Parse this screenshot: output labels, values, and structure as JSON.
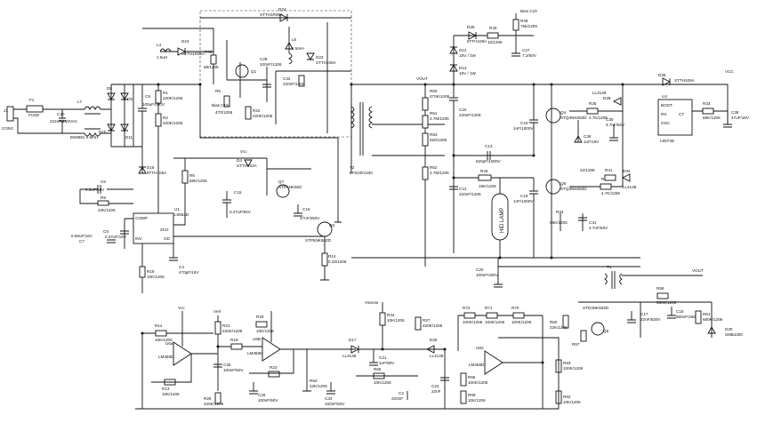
{
  "labels": {
    "j1": "J1",
    "conn": "CON2",
    "f1": "F1",
    "fuse": "FUSE",
    "c40": "C40",
    "c40v": "224nF/250VAC",
    "l7": "L7",
    "l7v": "EE8881 0.5mH",
    "d8": "D8",
    "d11": "D11",
    "d9": "D9",
    "d10": "D10",
    "c9": "C9",
    "c9v": "100uF/400V",
    "r1": "R1",
    "r1v": "220K/1206",
    "r2": "R2",
    "r2v": "220K/1206",
    "d18": "D18",
    "d18v": "5TTH108A",
    "c6": "C6",
    "c6v": "2.2nF/50V",
    "r9": "R9",
    "r9v": "22K/1206",
    "u1": "U1",
    "u1v": "L6562D",
    "comp": "COMP",
    "inv": "INV",
    "zcd": "ZCD",
    "gd": "GD",
    "c7": "C7",
    "c7v": "0.68uF/16V",
    "c8": "C8",
    "c8v": "0.47uF/16V",
    "c4": "C4",
    "c4v": "470pF/16V",
    "r18": "R18",
    "r18v": "10K/1206",
    "l4": "L4",
    "l4v": "1.5uH",
    "d24": "D24",
    "d24v": "STTH1R06A",
    "r36": "R36",
    "r36v": "68/1206",
    "q1": "Q1",
    "r6": "R6",
    "r6v": "470/1206",
    "c28": "C28",
    "c28v": "100nF/1206",
    "d20": "D20",
    "d20v": "BZV55C",
    "l6": "L6",
    "l6v": "1.5mH",
    "d23": "D23",
    "d23v": "STTH108A",
    "c32": "C32",
    "c32v": "220nF/1206",
    "r22": "R22",
    "r22v": "220K/1206",
    "bias": "Bias C19",
    "d26": "D26",
    "d26v": "5TTH108A",
    "r40": "R40",
    "r40v": "10/1206",
    "r49": "R49",
    "r49v": "75k/1206",
    "c27": "C27",
    "c27v": "7.2/50V",
    "d12": "D12",
    "d12v": "18V / 1W",
    "d13": "D13",
    "d13v": "18V / 1W",
    "vcc": "VCC",
    "r50": "R50",
    "r50v": "470K/1206",
    "r51": "R51",
    "r51v": "4.7M/1206",
    "r52": "R52",
    "r52v": "4.7M/1206",
    "r53": "R53",
    "r53v": "820/1206",
    "c22": "C22",
    "c22v": "220nF/1206",
    "c12": "C12",
    "c12v": "220nF/1206",
    "c13": "C13",
    "c13v": "820pF/1000V",
    "r43": "R43",
    "r43v": "15K/1206",
    "hid": "HID LAMP",
    "t2": "T2",
    "t2v": "EFD20/1330",
    "q4": "Q4",
    "q4v": "STQ3NK60ZD",
    "q5": "Q5",
    "q5v": "STQ3NK60ZD",
    "u4": "U4",
    "u4v": "L6574D",
    "boot": "BOOT",
    "rs": "RS",
    "ct": "CT",
    "osc": "OSC",
    "d35": "D35",
    "d35v": "STTH108A",
    "c10": "C10",
    "c10v": "1nF/1000V",
    "c19": "C19",
    "c19v": "1nF/1000V",
    "r34": "R34",
    "r34v": "68K/1206",
    "r35": "R35",
    "r35v": "4.7K/1206",
    "r42": "R42",
    "r42v": "4.7K/1206",
    "r41": "R41",
    "r41v": "22/1206",
    "d28": "D28",
    "d28v": "LL4148",
    "d34": "D34",
    "d34v": "LL4148",
    "c30": "C30",
    "c30v": "4.7nF/50V",
    "c31": "C31",
    "c31v": "4.7nF/50V",
    "r33": "R33",
    "r33v": "68K/1206",
    "c36": "C36",
    "c36v": "1uF/16V",
    "t1": "T1",
    "vout": "VOUT",
    "c14": "C14",
    "c14v": "100nF/50V",
    "c20": "C20",
    "c20v": "100nF/400V",
    "c17": "C17",
    "c17v": "22nF/630V",
    "c18": "C18",
    "c18v": "680nF/250V",
    "r56": "R56",
    "r56v": "560K/1206",
    "r61": "R61",
    "r61v": "680K/1206",
    "d30": "D30",
    "d30v": "SMBJ300",
    "q6": "Q6",
    "q6v": "STD3NK50ZD",
    "r60": "R60",
    "r60v": "22K/1206",
    "r57": "R57",
    "r57v": "10K/1206",
    "vsense": "Vsense",
    "u6a": "U6a",
    "u6av": "LM358D",
    "u6b": "U6B",
    "u6bv": "LM358D",
    "u6c": "U6C",
    "u6cv": "LM358D",
    "r12": "R12",
    "r12v": "10K/1206",
    "r21": "R21",
    "r21v": "220K/1206",
    "r28": "R28",
    "r28v": "220K/1206",
    "r13": "R13",
    "r13v": "10K/1206",
    "r19": "R19",
    "r19v": "100K/1206",
    "r23": "R23",
    "r23v": "100K/1206",
    "c25": "C25",
    "c25v": "100nF/50V",
    "r29": "R29",
    "r29v": "10K/1206",
    "c26": "C26",
    "c26v": "100nF/50V",
    "d17": "D17",
    "d17v": "LL4148",
    "c21": "C21",
    "c21v": "1nF/50V",
    "r64": "R64",
    "r64v": "22K/1206",
    "r27": "R27",
    "r27v": "220K/1206",
    "r44": "R44",
    "r44v": "10K/1206",
    "r65": "R65",
    "r65v": "10K/1206",
    "d25": "D25",
    "d25v": "LL4148",
    "c24": "C24",
    "c24v": "22nF",
    "r70": "R70",
    "r70v": "100K/1206",
    "r71": "R71",
    "r71v": "100K/1206",
    "r72": "R72",
    "r72v": "100K/1206",
    "r63": "R63",
    "r63v": "100K/1206",
    "r66": "R66",
    "r66v": "100K/1206",
    "r69": "R69",
    "r69v": "10K/1206",
    "c2": "C2",
    "c2v": "220nF",
    "c33": "C33",
    "c33v": "100nF/50V",
    "r62": "R62",
    "r62v": "10K/1206",
    "q7": "Q7",
    "q7v": "STD1NK60Z",
    "c15": "C15",
    "c15v": "0.47uF/50V",
    "c16": "C16",
    "c16v": "47nF/250V",
    "r5": "R5",
    "r5v": "68K/1206",
    "d4": "D4",
    "d4v": "STTH102A",
    "vcc2": "Vcc",
    "vref": "Vref",
    "c38": "C38",
    "c38v": "47uF/16V",
    "r14": "R14",
    "r14v": "0.33/1206",
    "q2": "Q2",
    "q2v": "STP6NK50ZD"
  }
}
